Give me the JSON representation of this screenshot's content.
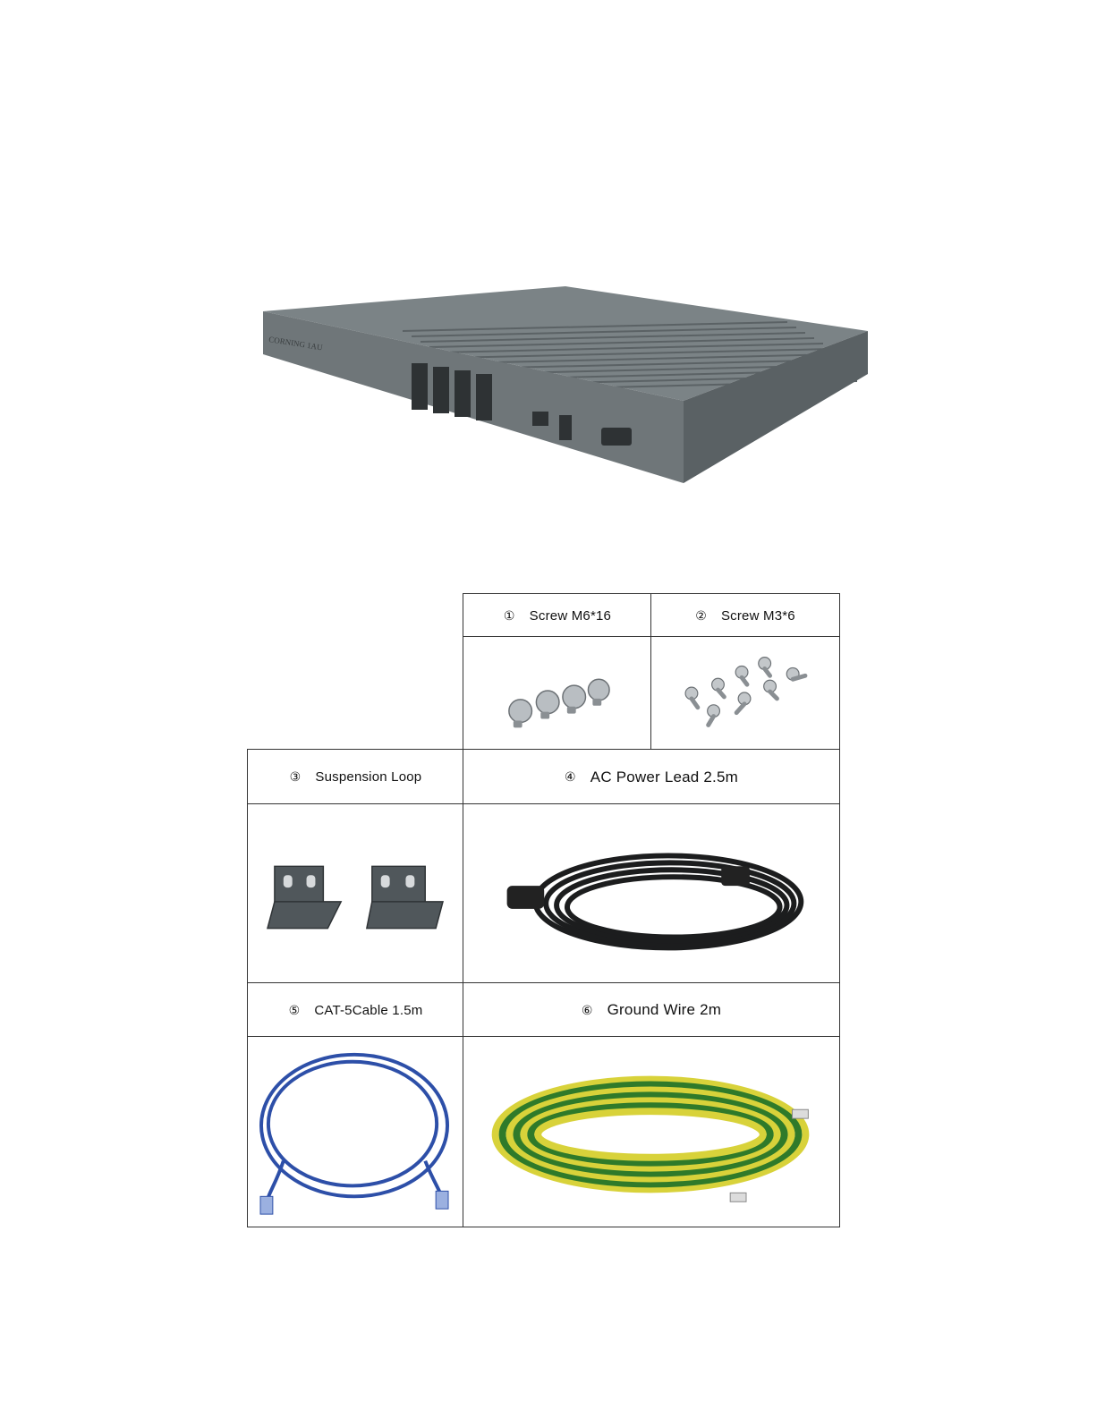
{
  "device": {
    "brand_text": "CORNING 1AU",
    "icon": "network-appliance-image"
  },
  "accessories": [
    {
      "num": "①",
      "label": "Screw M6*16",
      "icon": "screw-m6-icon"
    },
    {
      "num": "②",
      "label": "Screw M3*6",
      "icon": "screw-m3-icon"
    },
    {
      "num": "③",
      "label": "Suspension Loop",
      "icon": "bracket-icon"
    },
    {
      "num": "④",
      "label": "AC Power Lead 2.5m",
      "icon": "power-cord-icon"
    },
    {
      "num": "⑤",
      "label": "CAT-5Cable 1.5m",
      "icon": "network-cable-icon"
    },
    {
      "num": "⑥",
      "label": "Ground Wire 2m",
      "icon": "ground-wire-icon"
    }
  ],
  "colors": {
    "device_body": "#6f7679",
    "cable_blue": "#2d4fa8",
    "ground_yellow": "#d8d23a",
    "ground_green": "#2f7a2a"
  }
}
